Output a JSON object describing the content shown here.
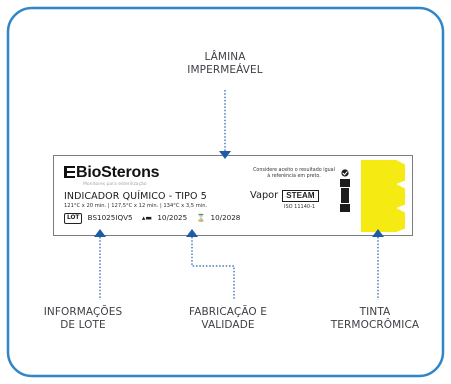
{
  "labels": {
    "top": [
      "LÂMINA",
      "IMPERMEÁVEL"
    ],
    "bottom_left": [
      "INFORMAÇÕES",
      "DE LOTE"
    ],
    "bottom_middle": [
      "FABRICAÇÃO E",
      "VALIDADE"
    ],
    "bottom_right": [
      "TINTA",
      "TERMOCRÔMICA"
    ]
  },
  "strip": {
    "brand": "BioSterons",
    "tagline": "Monitores para esterilização",
    "title": "INDICADOR QUÍMICO - TIPO 5",
    "spec": "121°C x 20 min. | 127,5°C x 12 min. | 134°C x 3,5 min.",
    "lot_label": "LOT",
    "lot_value": "BS1025IQV5",
    "manufacture_date": "10/2025",
    "expiry_date": "10/2028",
    "notice": "Considere aceito o resultado igual à referência em preto.",
    "vapor_label": "Vapor",
    "steam_label": "STEAM",
    "iso": "ISO 11140-1"
  },
  "colors": {
    "frame": "#2f86c8",
    "guide": "#1e5aa8",
    "ink": "#1c1c1c",
    "thermo_yellow": "#f5ea12",
    "label": "#3f3f46"
  }
}
